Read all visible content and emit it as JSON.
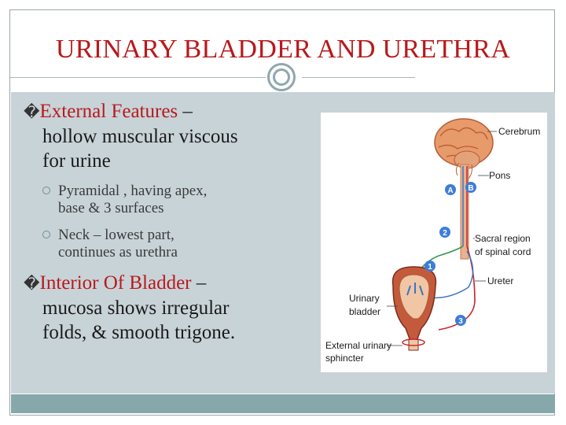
{
  "slide": {
    "title": "URINARY BLADDER AND URETHRA",
    "bullets": [
      {
        "marker": "�",
        "lead": "External Features",
        "line1_tail": " –",
        "line2": "hollow muscular viscous",
        "line3": "for urine",
        "sub": [
          {
            "line1": "Pyramidal , having apex,",
            "line2": "base & 3 surfaces"
          },
          {
            "line1": "Neck – lowest part,",
            "line2": "continues as urethra"
          }
        ]
      },
      {
        "marker": "�",
        "lead": "Interior Of Bladder",
        "line1_tail": " –",
        "line2": "mucosa shows irregular",
        "line3": "folds, & smooth trigone."
      }
    ]
  },
  "figure": {
    "labels": {
      "cerebrum": "Cerebrum",
      "pons": "Pons",
      "sacral1": "Sacral region",
      "sacral2": "of spinal cord",
      "ureter": "Ureter",
      "bladder1": "Urinary",
      "bladder2": "bladder",
      "sphincter1": "External urinary",
      "sphincter2": "sphincter"
    },
    "markers": {
      "a": "A",
      "b": "B",
      "n1": "1",
      "n2": "2",
      "n3": "3"
    },
    "colors": {
      "pathway_blue": "#3b74c4",
      "pathway_green": "#3a9a55",
      "pathway_red": "#c8232a",
      "marker_blue": "#3d7dd8"
    }
  }
}
